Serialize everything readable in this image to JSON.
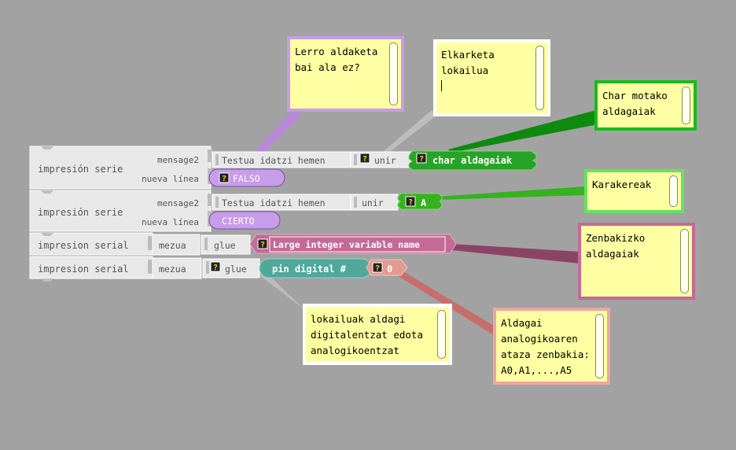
{
  "blocks": {
    "print1": {
      "label": "impresión serie",
      "message_label": "mensage2",
      "text": "Testua idatzi hemen",
      "join_label": "unir",
      "char_var": "char aldagaiak",
      "newline_label": "nueva línea",
      "newline_value": "FALSO"
    },
    "print2": {
      "label": "impresión serie",
      "message_label": "mensage2",
      "text": "Testua idatzi hemen",
      "join_label": "unir",
      "char_value": "A",
      "newline_label": "nueva línea",
      "newline_value": "CIERTO"
    },
    "serial1": {
      "label": "impresion serial",
      "message_label": "mezua",
      "glue_label": "glue",
      "var_name": "Large integer variable name"
    },
    "serial2": {
      "label": "impresion serial",
      "message_label": "mezua",
      "glue_label": "glue",
      "pin_label": "pin digital #",
      "pin_value": "0"
    },
    "mutator_glyph": "?"
  },
  "comments": {
    "line_change": "Lerro aldaketa\nbai ala ez?",
    "concat": "Elkarketa\nlokailua",
    "char_vars": "Char motako\naldagaiak",
    "chars": "Karakereak",
    "number_vars": "Zenbakizko\naldagaiak",
    "connectors": "lokailuak aldagi\ndigitalentzat edota\nanalogikoentzat",
    "analog_pins": "Aldagai\nanalogikoaren\nataza zenbakia:\nA0,A1,...,A5"
  },
  "colors": {
    "background": "#a2a2a2",
    "block_gray": "#e8e8e8",
    "purple": "#c79ce8",
    "green": "#32b21f",
    "pink": "#c46a96",
    "teal": "#4fa89a",
    "salmon": "#e49a90",
    "bubble_fill": "#fefea2"
  }
}
